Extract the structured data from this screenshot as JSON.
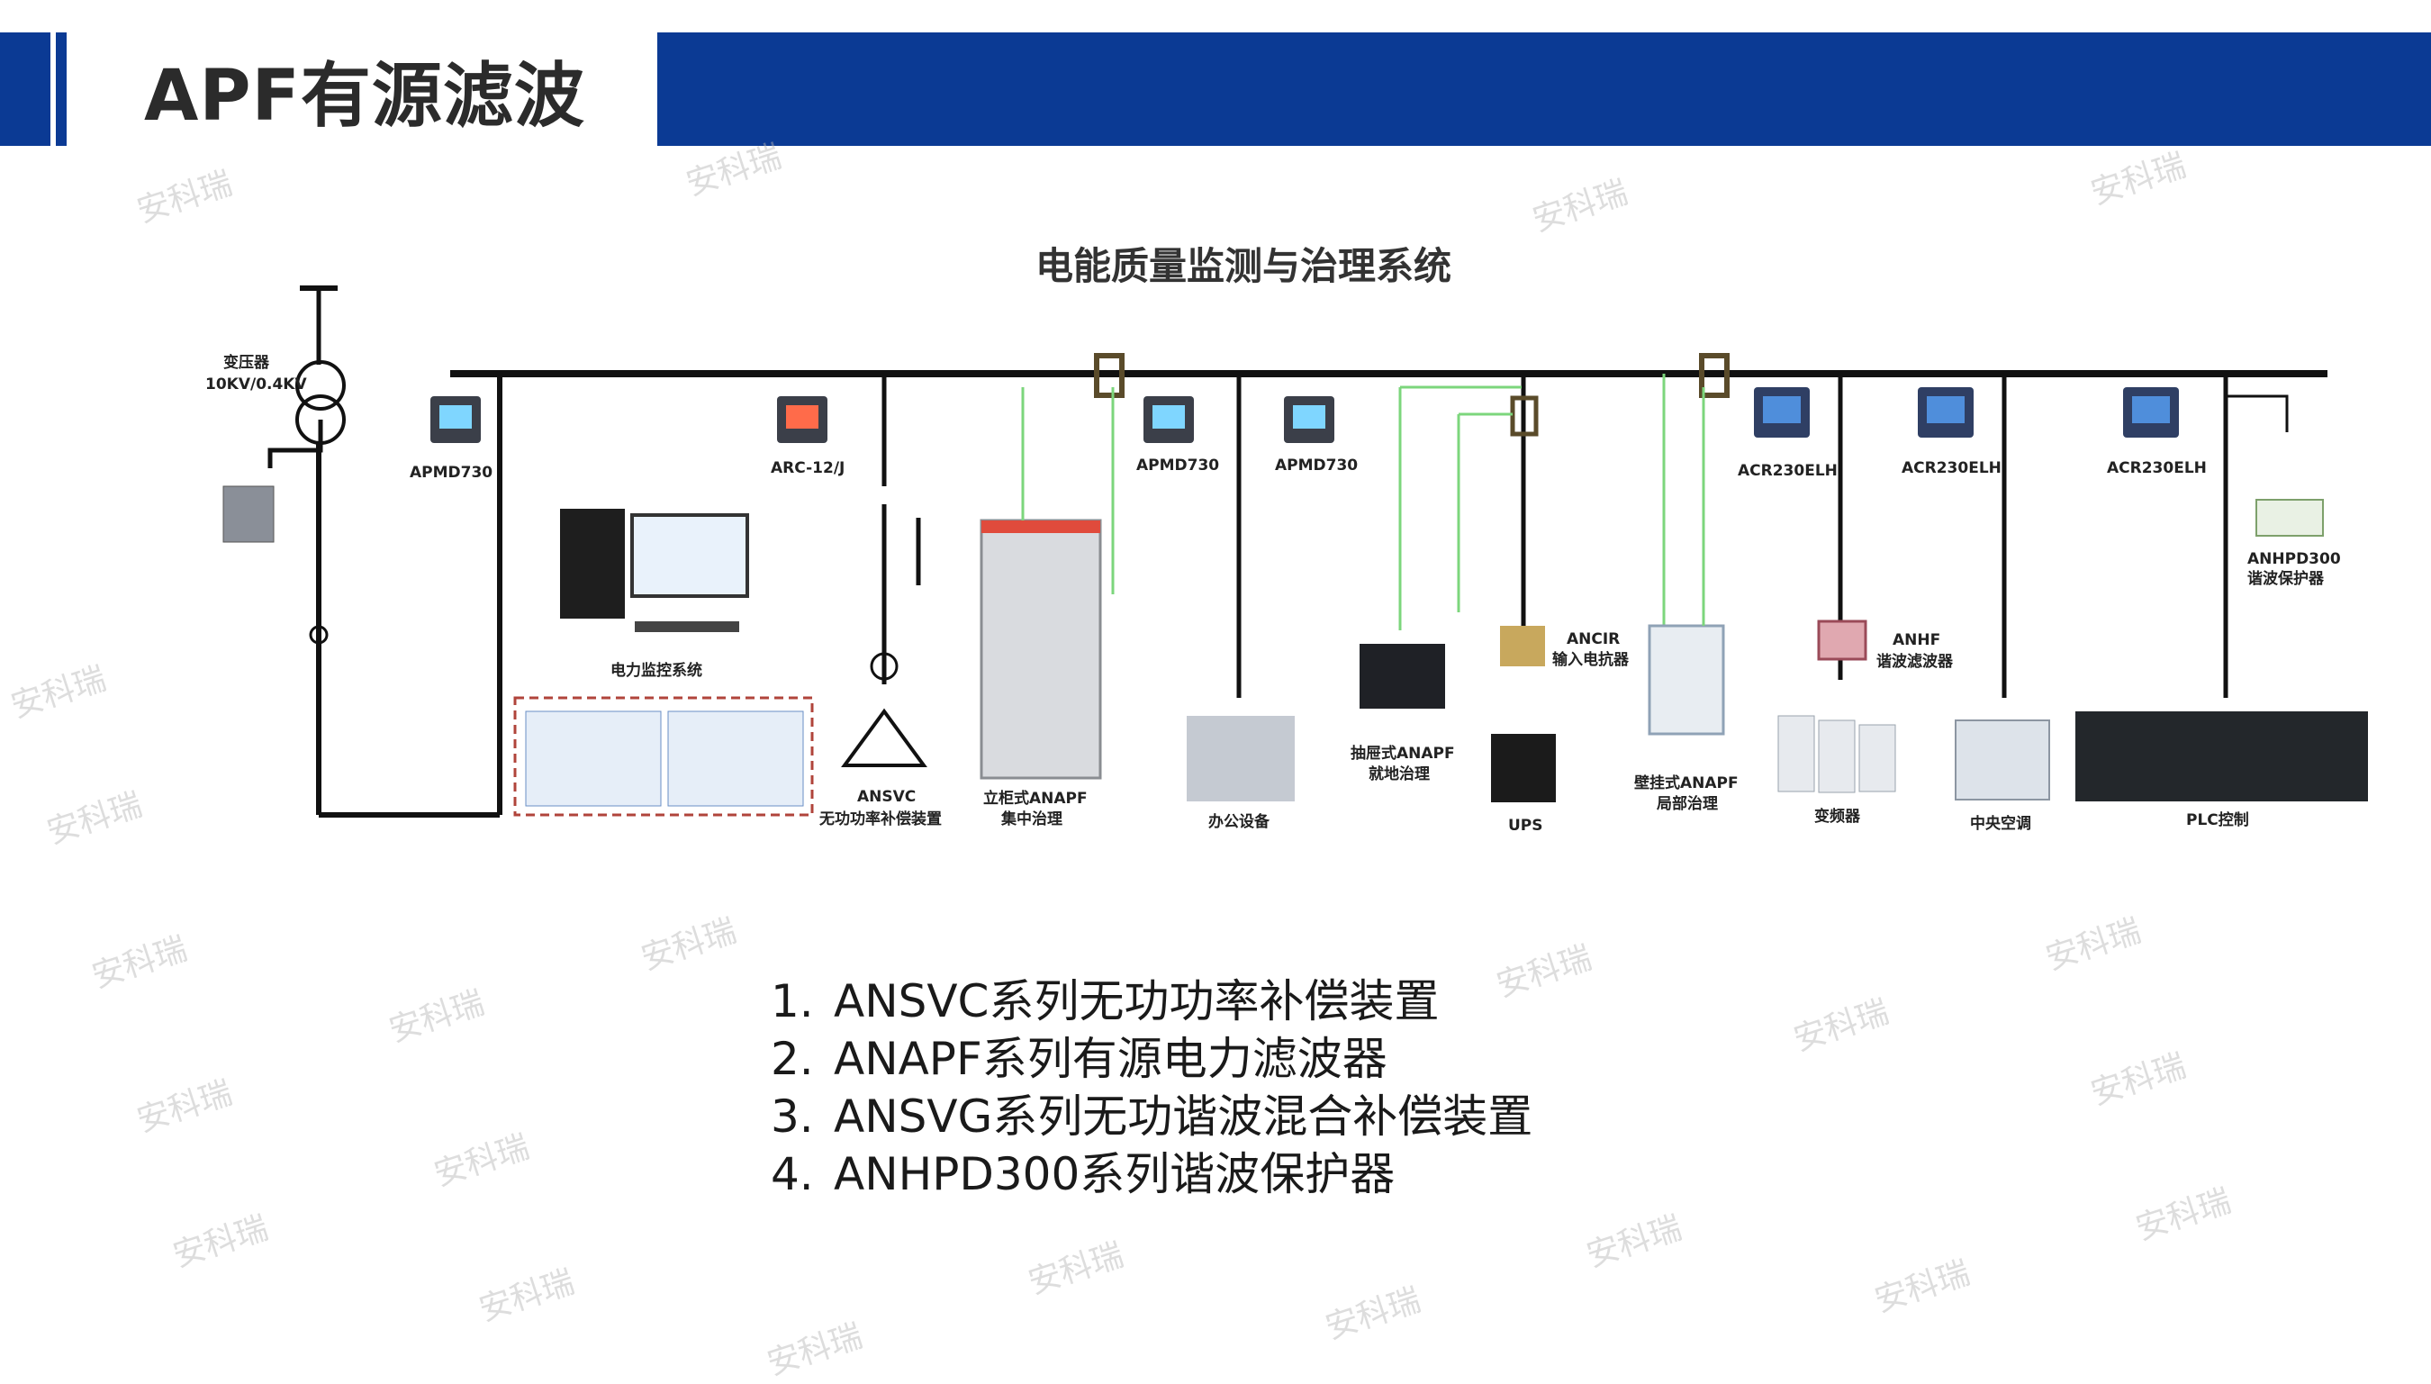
{
  "slide": {
    "title": "APF有源滤波"
  },
  "diagram": {
    "title": "电能质量监测与治理系统",
    "labels": {
      "transformer": "变压器",
      "transformer_rating": "10KV/0.4KV",
      "apmd_1": "APMD730",
      "arc": "ARC-12/J",
      "apmd_2": "APMD730",
      "apmd_3": "APMD730",
      "acr_1": "ACR230ELH",
      "acr_2": "ACR230ELH",
      "acr_3": "ACR230ELH",
      "monitor_system": "电力监控系统",
      "ansvc_name": "ANSVC",
      "ansvc_desc": "无功功率补偿装置",
      "cabinet_apf_1": "立柜式ANAPF",
      "cabinet_apf_2": "集中治理",
      "office": "办公设备",
      "drawer_apf_1": "抽屉式ANAPF",
      "drawer_apf_2": "就地治理",
      "ancir_1": "ANCIR",
      "ancir_2": "输入电抗器",
      "ups": "UPS",
      "wall_apf_1": "壁挂式ANAPF",
      "wall_apf_2": "局部治理",
      "anhf_1": "ANHF",
      "anhf_2": "谐波滤波器",
      "inverter": "变频器",
      "hvac": "中央空调",
      "anhpd_1": "ANHPD300",
      "anhpd_2": "谐波保护器",
      "plc": "PLC控制"
    }
  },
  "list": [
    {
      "num": "1.",
      "text": "ANSVC系列无功功率补偿装置"
    },
    {
      "num": "2.",
      "text": "ANAPF系列有源电力滤波器"
    },
    {
      "num": "3.",
      "text": "ANSVG系列无功谐波混合补偿装置"
    },
    {
      "num": "4.",
      "text": "ANHPD300系列谐波保护器"
    }
  ],
  "watermark": "安科瑞",
  "colors": {
    "brand_blue": "#0b3a94",
    "bus": "#111111",
    "signal_green": "#7cd67c"
  }
}
